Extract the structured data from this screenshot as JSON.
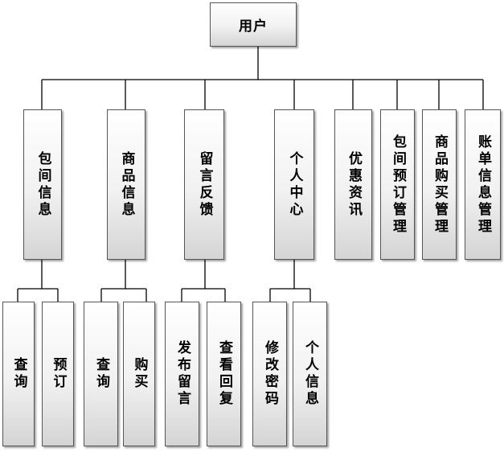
{
  "root": "用户",
  "modules": [
    {
      "label": "包间信息",
      "children": [
        "查询",
        "预订"
      ]
    },
    {
      "label": "商品信息",
      "children": [
        "查询",
        "购买"
      ]
    },
    {
      "label": "留言反馈",
      "children": [
        "发布留言",
        "查看回复"
      ]
    },
    {
      "label": "个人中心",
      "children": [
        "修改密码",
        "个人信息"
      ]
    },
    {
      "label": "优惠资讯",
      "children": []
    },
    {
      "label": "包间预订管理",
      "children": []
    },
    {
      "label": "商品购买管理",
      "children": []
    },
    {
      "label": "账单信息管理",
      "children": []
    }
  ]
}
